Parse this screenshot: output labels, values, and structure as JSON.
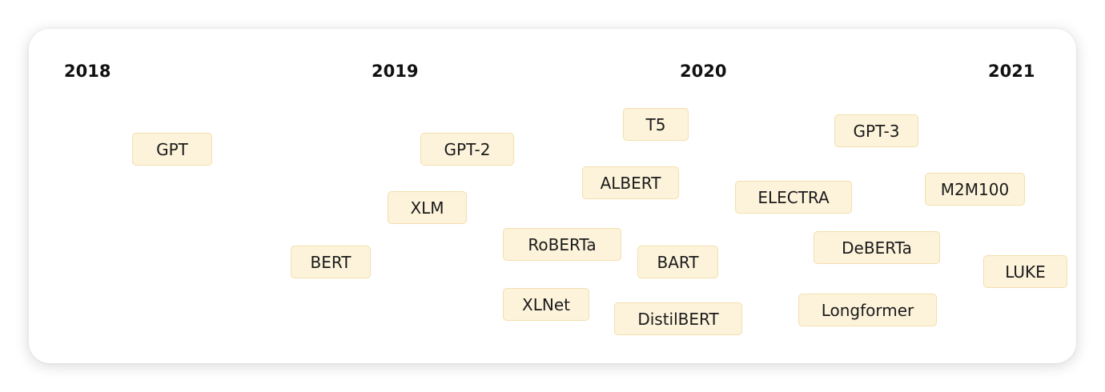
{
  "timeline": {
    "years": [
      "2018",
      "2019",
      "2020",
      "2021"
    ],
    "models": [
      "GPT",
      "BERT",
      "GPT-2",
      "XLM",
      "RoBERTa",
      "XLNet",
      "T5",
      "ALBERT",
      "BART",
      "DistilBERT",
      "GPT-3",
      "ELECTRA",
      "DeBERTa",
      "Longformer",
      "M2M100",
      "LUKE"
    ]
  }
}
